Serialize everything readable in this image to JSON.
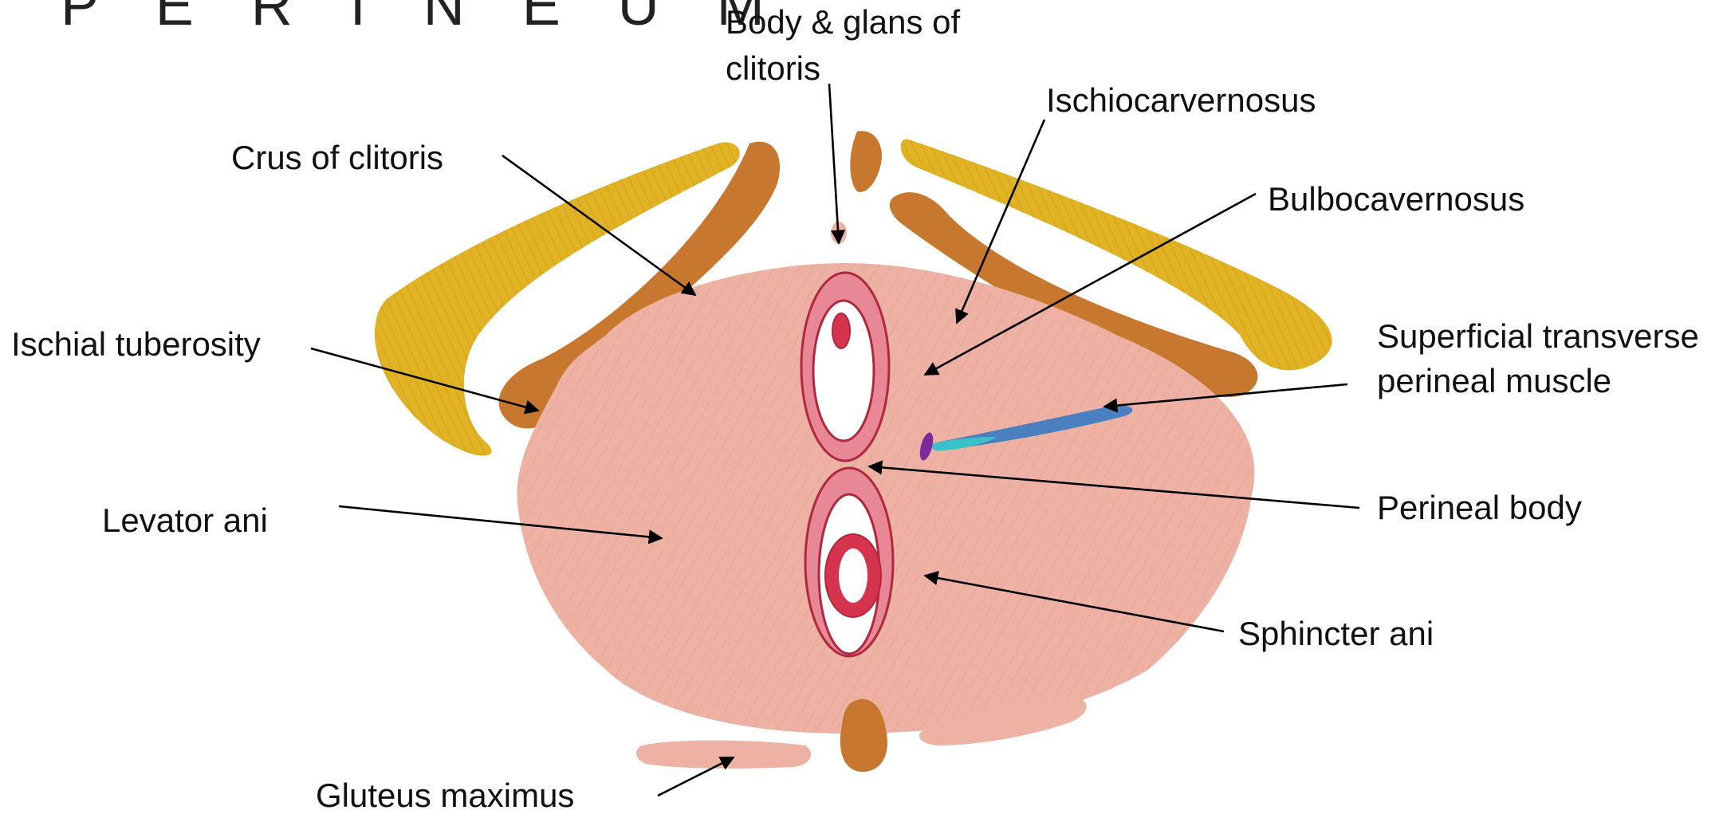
{
  "title": "P E R I N E U M",
  "labels": {
    "body_glans_line1": "Body & glans of",
    "body_glans_line2": "clitoris",
    "ischiocarvernosus": "Ischiocarvernosus",
    "crus_of_clitoris": "Crus of clitoris",
    "bulbocavernosus": "Bulbocavernosus",
    "ischial_tuberosity": "Ischial tuberosity",
    "superficial_line1": "Superficial transverse",
    "superficial_line2": "perineal muscle",
    "levator_ani": "Levator ani",
    "perineal_body": "Perineal body",
    "sphincter_ani": "Sphincter ani",
    "gluteus_maximus": "Gluteus maximus"
  },
  "colors": {
    "bone": "#e0b224",
    "bone_shade": "#c99a1a",
    "crus": "#c8772f",
    "muscle": "#eeb2a4",
    "muscle_shade": "#e09a8c",
    "opening_ring": "#e88896",
    "opening_edge": "#b0283e",
    "anal_ring": "#d6344e",
    "transverse": "#4a7fc0",
    "transverse_tip": "#3cc0c8",
    "purple": "#7a2a9a"
  }
}
